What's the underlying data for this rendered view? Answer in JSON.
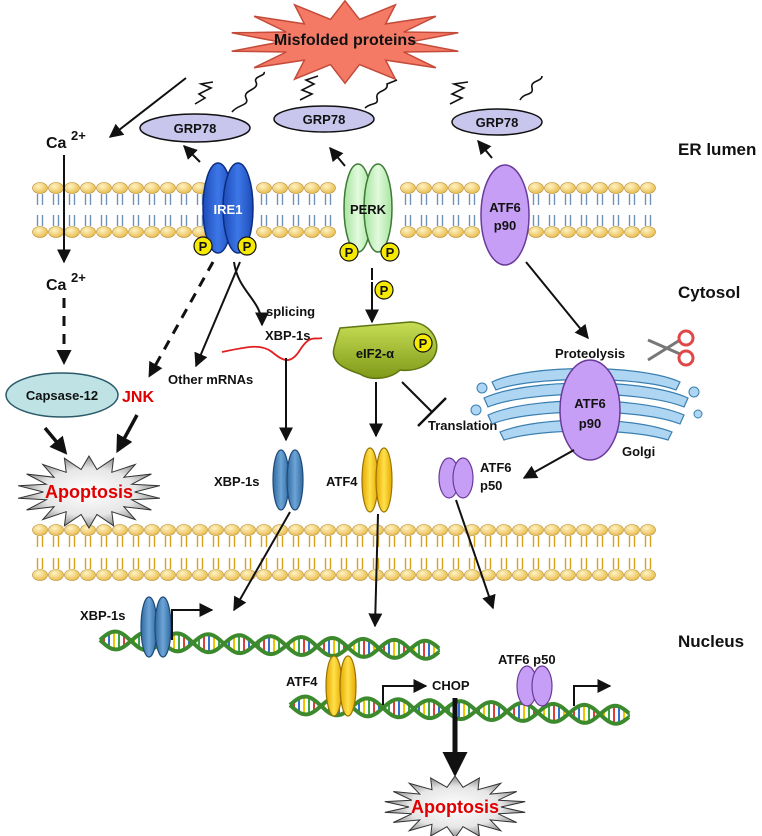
{
  "title": "Misfolded proteins",
  "regions": {
    "er_lumen": "ER lumen",
    "cytosol": "Cytosol",
    "nucleus": "Nucleus"
  },
  "proteins": {
    "grp78": "GRP78",
    "ire1": "IRE1",
    "perk": "PERK",
    "atf6_line1": "ATF6",
    "atf6_line2": "p90",
    "phospho": "P",
    "eif2a": "eIF2-α",
    "xbp1s": "XBP-1s",
    "atf4": "ATF4",
    "atf6p50_line1": "ATF6",
    "atf6p50_line2": "p50",
    "atf6p50": "ATF6 p50",
    "chop": "CHOP",
    "jnk": "JNK",
    "caspase12": "Capsase-12"
  },
  "labels": {
    "calcium": "Ca",
    "calcium_sup": "2+",
    "splicing": "splicing",
    "other_mrnas": "Other mRNAs",
    "translation": "Translation",
    "proteolysis": "Proteolysis",
    "golgi": "Golgi"
  },
  "outcomes": {
    "apoptosis": "Apoptosis"
  },
  "colors": {
    "starburst": "#f47a66",
    "grp78": "#c9c6ee",
    "ire1": "#2a5fd0",
    "perk": "#c9f2c4",
    "atf6": "#c79ef5",
    "eif2a": "#a6c030",
    "xbp1s": "#3f7fb8",
    "atf4": "#f5c400",
    "phospho": "#f5ea00",
    "caspase": "#bfe3e5",
    "membrane_head": "#f3d77a",
    "er_tail": "#7aa0c8",
    "apoptosis_text": "#e00000",
    "jnk_text": "#e00000"
  }
}
